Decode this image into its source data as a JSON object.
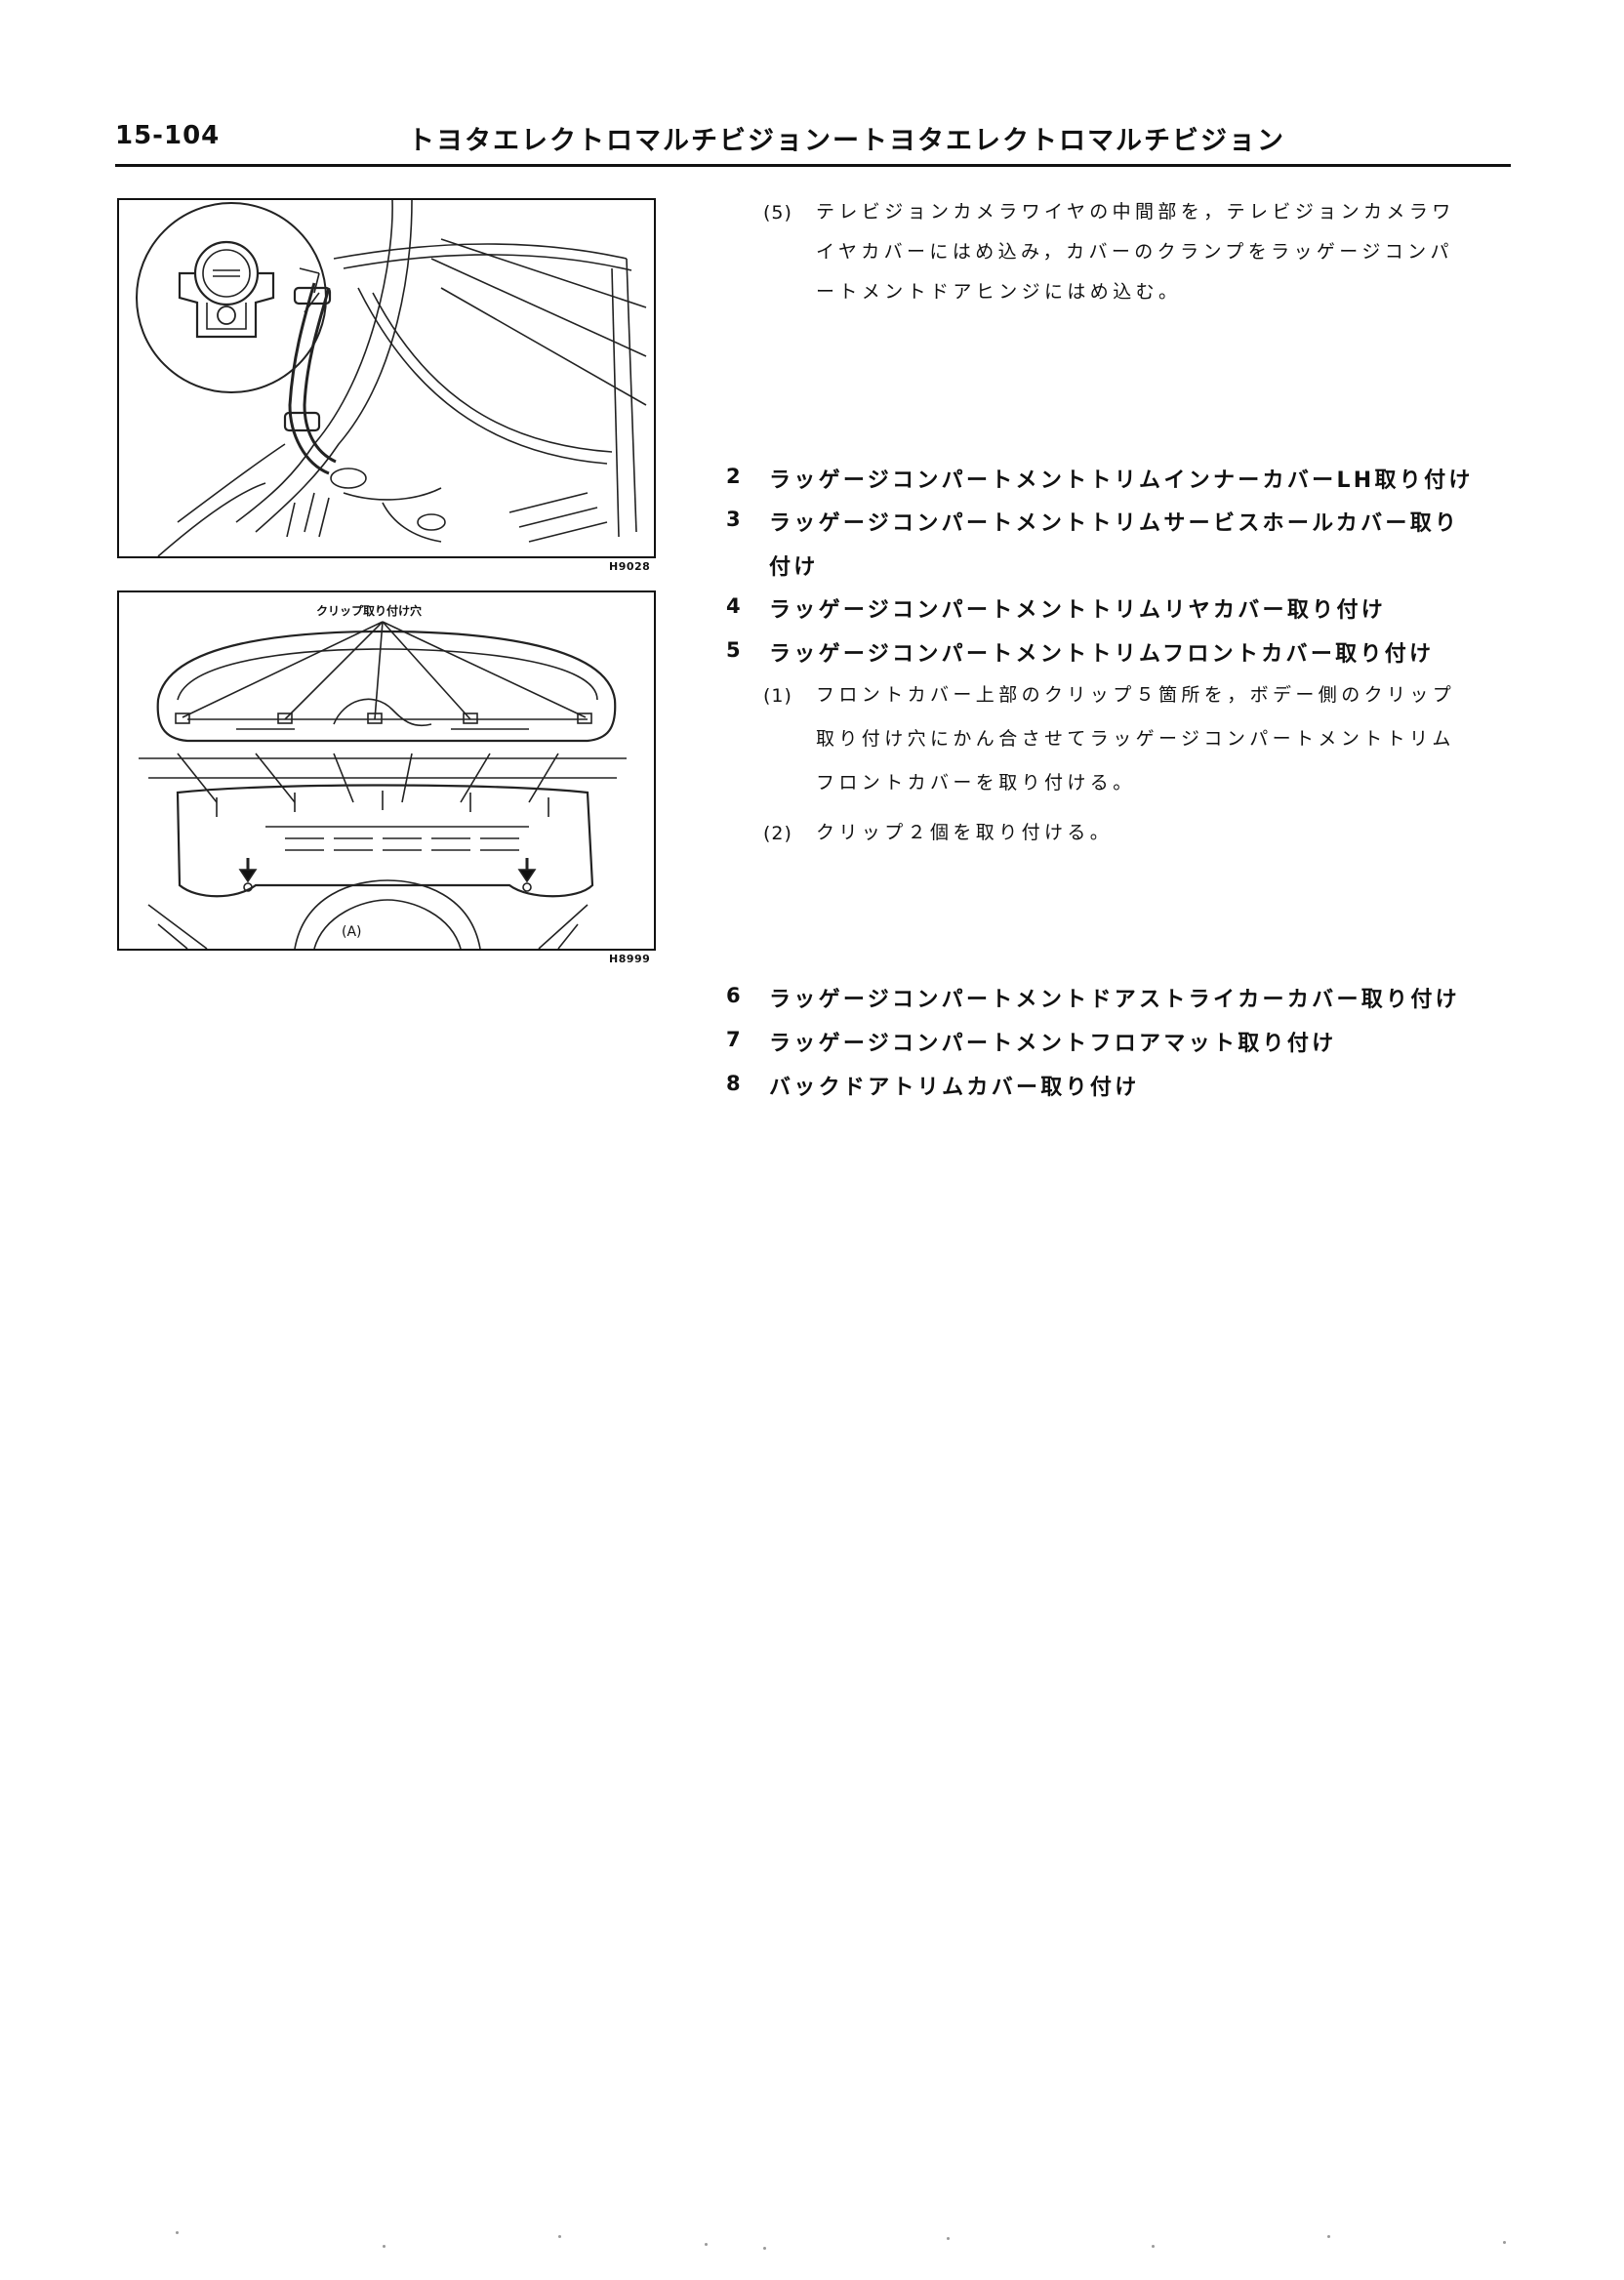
{
  "header": {
    "page_number": "15-104",
    "chapter_title": "トヨタエレクトロマルチビジョンートヨタエレクトロマルチビジョン"
  },
  "figures": [
    {
      "code": "H9028"
    },
    {
      "code": "H8999",
      "label": "クリップ取り付け穴",
      "mark": "(A)"
    }
  ],
  "intro_step": {
    "number": "(5)",
    "lines": [
      "テレビジョンカメラワイヤの中間部を，テレビジョンカメラワ",
      "イヤカバーにはめ込み，カバーのクランプをラッゲージコンパ",
      "ートメントドアヒンジにはめ込む。"
    ]
  },
  "steps": [
    {
      "number": "2",
      "lines": [
        "ラッゲージコンパートメントトリムインナーカバーLH取り付け"
      ]
    },
    {
      "number": "3",
      "lines": [
        "ラッゲージコンパートメントトリムサービスホールカバー取り",
        "付け"
      ]
    },
    {
      "number": "4",
      "lines": [
        "ラッゲージコンパートメントトリムリヤカバー取り付け"
      ]
    },
    {
      "number": "5",
      "lines": [
        "ラッゲージコンパートメントトリムフロントカバー取り付け"
      ]
    },
    {
      "number": "6",
      "lines": [
        "ラッゲージコンパートメントドアストライカーカバー取り付け"
      ]
    },
    {
      "number": "7",
      "lines": [
        "ラッゲージコンパートメントフロアマット取り付け"
      ]
    },
    {
      "number": "8",
      "lines": [
        "バックドアトリムカバー取り付け"
      ]
    }
  ],
  "substeps": [
    {
      "number": "(1)",
      "lines": [
        "フロントカバー上部のクリップ５箇所を，ボデー側のクリップ",
        "取り付け穴にかん合させてラッゲージコンパートメントトリム",
        "フロントカバーを取り付ける。"
      ]
    },
    {
      "number": "(2)",
      "lines": [
        "クリップ２個を取り付ける。"
      ]
    }
  ]
}
